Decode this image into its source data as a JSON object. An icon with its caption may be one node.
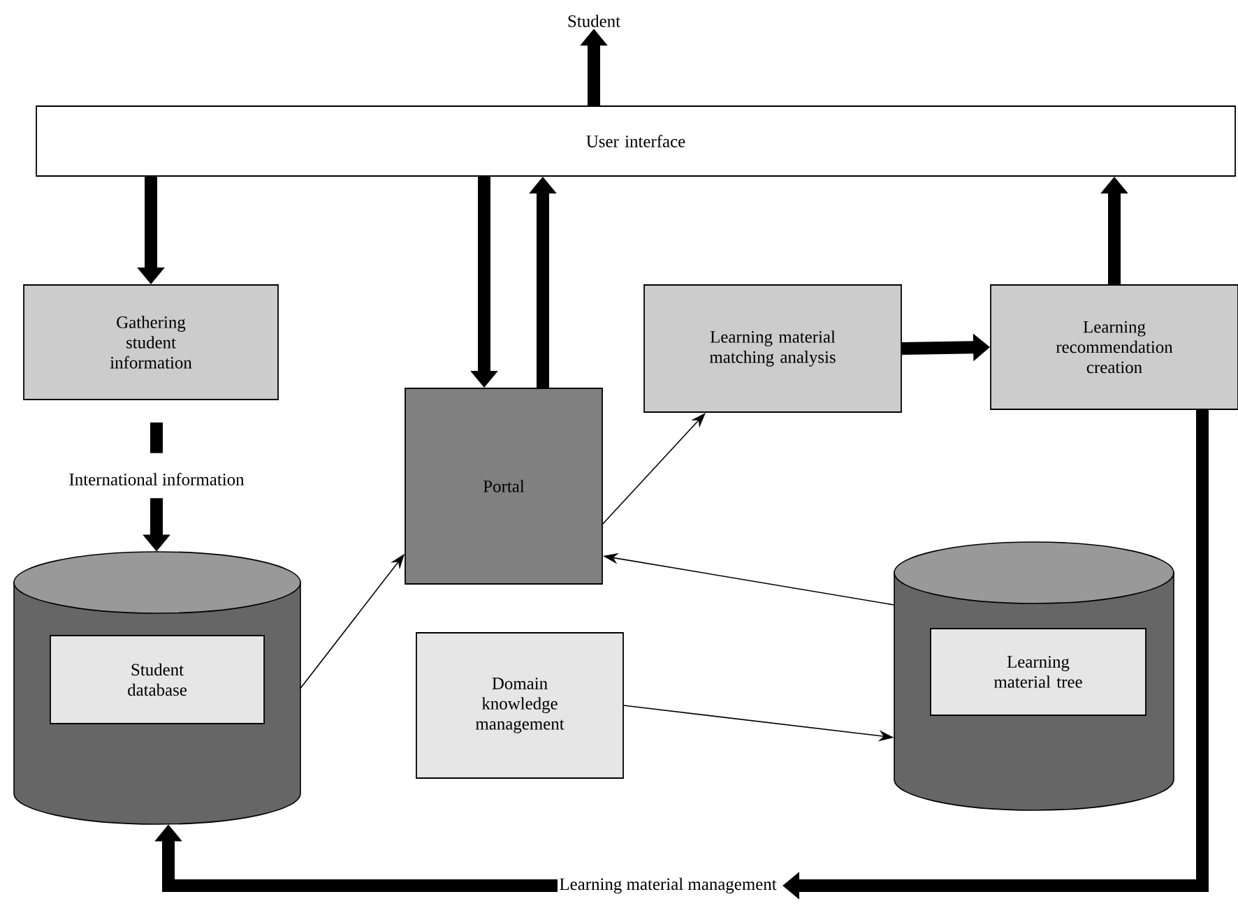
{
  "diagram": {
    "nodes": [
      {
        "text": [
          "Student"
        ]
      },
      {
        "text": [
          "User interface"
        ]
      },
      {
        "text": [
          "Gathering student information"
        ]
      },
      {
        "text": [
          "International information"
        ]
      },
      {
        "text": [],
        "shape": "cylinder"
      },
      {
        "text": [
          "Student database"
        ],
        "in": 4
      },
      {
        "text": [
          "Portal"
        ]
      },
      {
        "text": [
          "Learning material matching analysis"
        ]
      },
      {
        "text": [
          "Learning recommendation creation"
        ]
      },
      {
        "text": [],
        "shape": "cylinder"
      },
      {
        "text": [
          "Learning material tree"
        ],
        "in": 9
      },
      {
        "text": [
          "Domain knowledge management"
        ]
      },
      {
        "text": [
          "Learning material management"
        ]
      }
    ],
    "edges": [
      {
        "from": 1,
        "to": 0,
        "arrow": "to"
      },
      {
        "from": 1,
        "to": 2,
        "arrow": "to"
      },
      {
        "from": 1,
        "to": 6,
        "arrow": "to"
      },
      {
        "from": 6,
        "to": 1,
        "arrow": "to"
      },
      {
        "from": 8,
        "to": 1,
        "arrow": "to"
      },
      {
        "from": 7,
        "to": 8,
        "arrow": "to"
      },
      {
        "from": 2,
        "to": 3,
        "arrow": "none"
      },
      {
        "from": 3,
        "to": 4,
        "arrow": "to"
      },
      {
        "from": 4,
        "to": 6,
        "arrow": "to"
      },
      {
        "from": 6,
        "to": 7,
        "arrow": "to"
      },
      {
        "from": 9,
        "to": 6,
        "arrow": "to"
      },
      {
        "from": 11,
        "to": 9,
        "arrow": "to"
      },
      {
        "from": 8,
        "to": 12,
        "arrow": "to"
      },
      {
        "from": 12,
        "to": 4,
        "arrow": "to"
      }
    ]
  }
}
